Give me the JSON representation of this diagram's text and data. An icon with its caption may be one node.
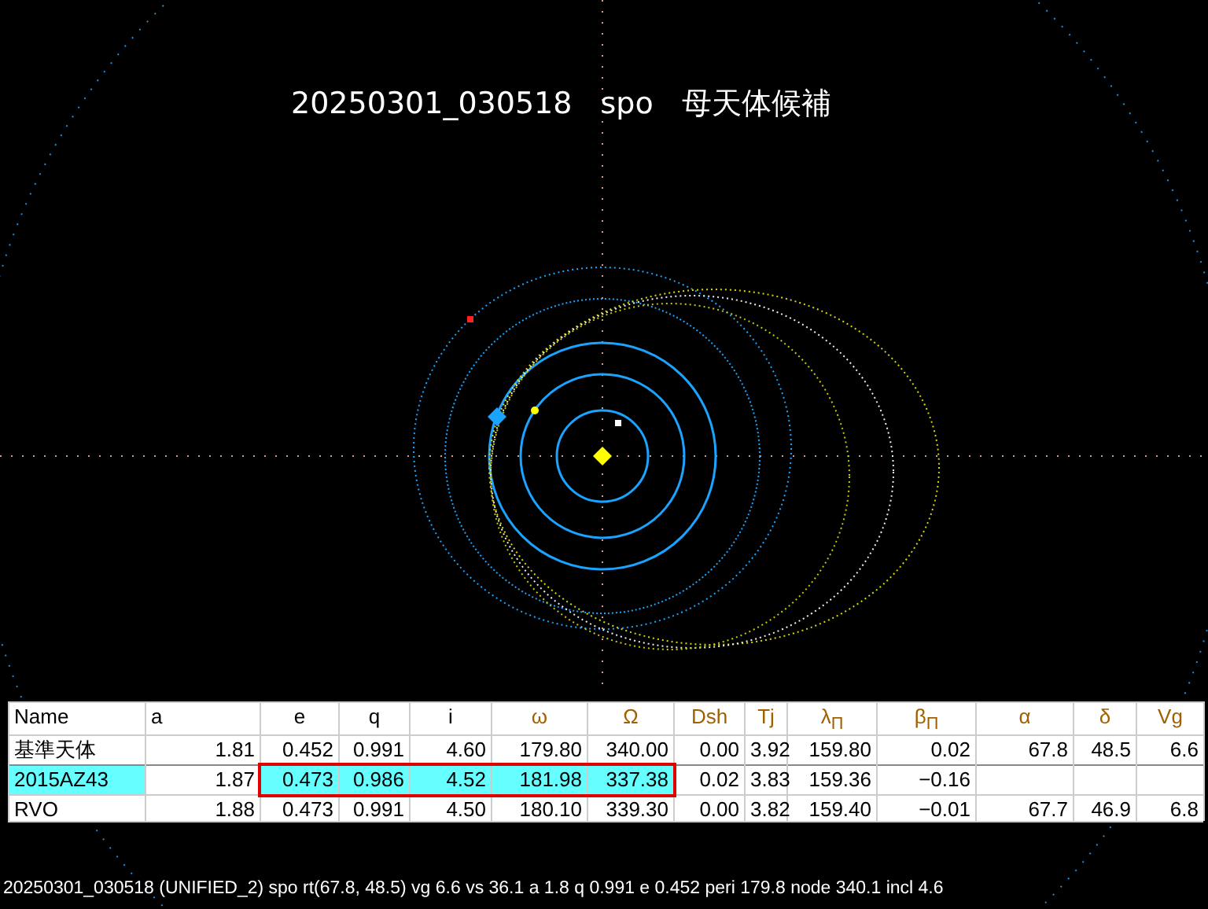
{
  "diagram": {
    "title": "20250301_030518 spo 母天体候補",
    "caption": "20250301_030518 (UNIFIED_2) spo rt(67.8, 48.5) vg 6.6 vs 36.1 a 1.8 q 0.991 e 0.452 peri 179.8 node 340.1 incl 4.6",
    "labels": [
      "Name",
      "a",
      "e",
      "q",
      "i",
      "ω",
      "Ω",
      "Dsh",
      "Tj",
      "λ$_{Π}$",
      "β$_{Π}$",
      "α",
      "δ",
      "Vg",
      "基準天体",
      "1.81",
      "0.452",
      "0.991",
      "4.60",
      "179.80",
      "340.00",
      "0.00",
      "3.92",
      "159.80",
      "0.02",
      "67.8",
      "48.5",
      "6.6",
      "2015AZ43",
      "1.87",
      "0.473",
      "0.986",
      "4.52",
      "181.98",
      "337.38",
      "0.02",
      "3.83",
      "159.36",
      "−0.16",
      "RVO",
      "1.88",
      "0.473",
      "0.991",
      "4.50",
      "180.10",
      "339.30",
      "0.00",
      "3.82",
      "159.40",
      "−0.01",
      "67.7",
      "46.9",
      "6.8"
    ]
  }
}
